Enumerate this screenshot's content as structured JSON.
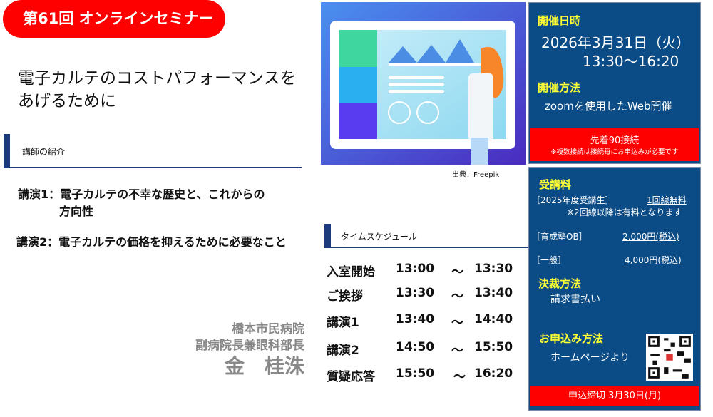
{
  "banner": "第61回 オンラインセミナー",
  "title": "電子カルテのコストパフォーマンスをあげるために",
  "lecturer_section": {
    "heading": "講師の紹介",
    "lecture1_prefix": "講演1：",
    "lecture1_line1": "電子カルテの不幸な歴史と、これからの",
    "lecture1_line2": "方向性",
    "lecture2": "講演2：電子カルテの価格を抑えるために必要なこと"
  },
  "speaker": {
    "hospital": "橋本市民病院",
    "position": "副病院長兼眼科部長",
    "name": "金　桂洙"
  },
  "illustration_credit": "出典：Freepik",
  "schedule": {
    "heading": "タイムスケジュール",
    "rows": [
      {
        "label": "入室開始",
        "start": "13:00",
        "sep": "～",
        "end": "13:30"
      },
      {
        "label": "ご挨拶",
        "start": "13:30",
        "sep": "～",
        "end": "13:40"
      },
      {
        "label": "講演1",
        "start": "13:40",
        "sep": "～",
        "end": "14:40"
      },
      {
        "label": "講演2",
        "start": "14:50",
        "sep": "～",
        "end": "15:50"
      },
      {
        "label": "質疑応答",
        "start": "15:50",
        "sep": "～",
        "end": "16:20"
      }
    ]
  },
  "event": {
    "date_label": "開催日時",
    "date": "2026年3月31日（火）",
    "time": "13:30～16:20",
    "method_label": "開催方法",
    "method": "zoomを使用したWeb開催",
    "capacity": "先着90接続",
    "capacity_note": "※複数接続は接続毎にお申込みが必要です"
  },
  "fees": {
    "label": "受講料",
    "student": "［2025年度受講生］",
    "student_fee": "1回線無料",
    "student_note": "※2回線以降は有料となります",
    "ob": "［育成塾OB］",
    "ob_fee": "2,000円(税込)",
    "general": "［一般］",
    "general_fee": "4,000円(税込)",
    "payment_label": "決裁方法",
    "payment": "請求書払い",
    "apply_label": "お申込み方法",
    "apply": "ホームページより",
    "deadline": "申込締切 3月30日(月)"
  },
  "colors": {
    "accent_red": "#ff0000",
    "panel_blue": "#0b4c86",
    "heading_yellow": "#ffff33"
  }
}
